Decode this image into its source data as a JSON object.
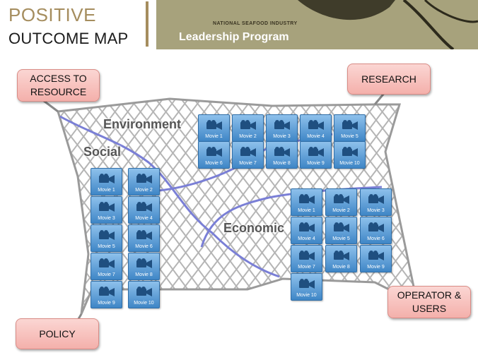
{
  "title": {
    "line1": "POSITIVE",
    "line2": "OUTCOME MAP"
  },
  "banner": {
    "org": "NATIONAL SEAFOOD INDUSTRY",
    "program": "Leadership Program"
  },
  "corners": {
    "access": "ACCESS TO\nRESOURCE",
    "research": "RESEARCH",
    "policy": "POLICY",
    "operators": "OPERATOR &\nUSERS"
  },
  "regions": {
    "environment": "Environment",
    "social": "Social",
    "economic": "Economic"
  },
  "movies": {
    "environment": [
      "Movie 1",
      "Movie 2",
      "Movie 3",
      "Movie 4",
      "Movie 5",
      "Movie 6",
      "Movie 7",
      "Movie 8",
      "Movie 9",
      "Movie 10"
    ],
    "social": [
      "Movie 1",
      "Movie 2",
      "Movie 3",
      "Movie 4",
      "Movie 5",
      "Movie 6",
      "Movie 7",
      "Movie 8",
      "Movie 9",
      "Movie 10"
    ],
    "economic": [
      "Movie 1",
      "Movie 2",
      "Movie 3",
      "Movie 4",
      "Movie 5",
      "Movie 6",
      "Movie 7",
      "Movie 8",
      "Movie 9",
      "Movie 10"
    ]
  },
  "colors": {
    "pill": "#f4b0ab",
    "tile": "#5a9bd5",
    "accent": "#a58d5e",
    "net": "#aaaaaa",
    "path": "#7a7fd6"
  }
}
